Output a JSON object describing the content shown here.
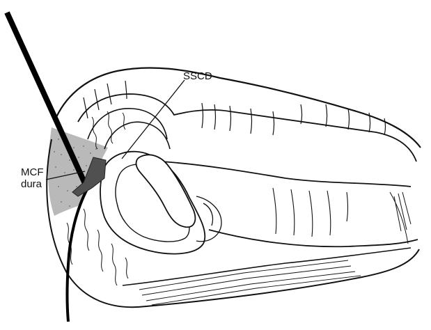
{
  "figure": {
    "labels": {
      "sscd": "SSCD",
      "mcf_line1": "MCF",
      "mcf_line2": "dura"
    },
    "colors": {
      "ink": "#111111",
      "dura_shading": "#b9b9b9",
      "defect_patch": "#505050",
      "background": "#ffffff"
    }
  }
}
